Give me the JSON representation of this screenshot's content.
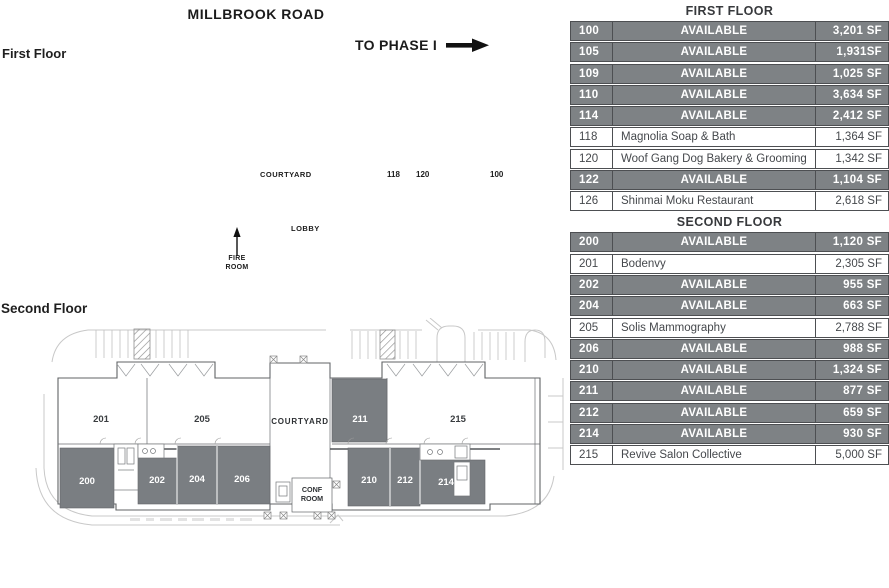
{
  "header": {
    "road_label": "MILLBROOK ROAD",
    "phase_label": "TO PHASE I",
    "first_floor_label": "First Floor",
    "second_floor_label": "Second Floor"
  },
  "first_floor_plan": {
    "courtyard": "COURTYARD",
    "suite_118": "118",
    "suite_120": "120",
    "suite_100": "100",
    "lobby": "LOBBY",
    "fire_room_line1": "FIRE",
    "fire_room_line2": "ROOM"
  },
  "second_floor_plan": {
    "suite_201": "201",
    "suite_205": "205",
    "courtyard": "COURTYARD",
    "suite_211": "211",
    "suite_215": "215",
    "suite_200": "200",
    "suite_202": "202",
    "suite_204": "204",
    "suite_206": "206",
    "suite_210": "210",
    "suite_212": "212",
    "suite_214": "214",
    "conf_room_line1": "CONF",
    "conf_room_line2": "ROOM"
  },
  "tables": [
    {
      "title": "FIRST FLOOR",
      "rows": [
        {
          "suite": "100",
          "tenant": "AVAILABLE",
          "sf": "3,201 SF",
          "available": true
        },
        {
          "suite": "105",
          "tenant": "AVAILABLE",
          "sf": "1,931SF",
          "available": true
        },
        {
          "suite": "109",
          "tenant": "AVAILABLE",
          "sf": "1,025 SF",
          "available": true
        },
        {
          "suite": "110",
          "tenant": "AVAILABLE",
          "sf": "3,634 SF",
          "available": true
        },
        {
          "suite": "114",
          "tenant": "AVAILABLE",
          "sf": "2,412 SF",
          "available": true
        },
        {
          "suite": "118",
          "tenant": "Magnolia Soap & Bath",
          "sf": "1,364 SF",
          "available": false
        },
        {
          "suite": "120",
          "tenant": "Woof Gang Dog Bakery & Grooming",
          "sf": "1,342 SF",
          "available": false
        },
        {
          "suite": "122",
          "tenant": "AVAILABLE",
          "sf": "1,104 SF",
          "available": true
        },
        {
          "suite": "126",
          "tenant": "Shinmai Moku Restaurant",
          "sf": "2,618 SF",
          "available": false
        }
      ]
    },
    {
      "title": "SECOND FLOOR",
      "rows": [
        {
          "suite": "200",
          "tenant": "AVAILABLE",
          "sf": "1,120 SF",
          "available": true
        },
        {
          "suite": "201",
          "tenant": "Bodenvy",
          "sf": "2,305 SF",
          "available": false
        },
        {
          "suite": "202",
          "tenant": "AVAILABLE",
          "sf": "955 SF",
          "available": true
        },
        {
          "suite": "204",
          "tenant": "AVAILABLE",
          "sf": "663 SF",
          "available": true
        },
        {
          "suite": "205",
          "tenant": "Solis Mammography",
          "sf": "2,788 SF",
          "available": false
        },
        {
          "suite": "206",
          "tenant": "AVAILABLE",
          "sf": "988 SF",
          "available": true
        },
        {
          "suite": "210",
          "tenant": "AVAILABLE",
          "sf": "1,324 SF",
          "available": true
        },
        {
          "suite": "211",
          "tenant": "AVAILABLE",
          "sf": "877 SF",
          "available": true
        },
        {
          "suite": "212",
          "tenant": "AVAILABLE",
          "sf": "659 SF",
          "available": true
        },
        {
          "suite": "214",
          "tenant": "AVAILABLE",
          "sf": "930 SF",
          "available": true
        },
        {
          "suite": "215",
          "tenant": "Revive Salon Collective",
          "sf": "5,000 SF",
          "available": false
        }
      ]
    }
  ],
  "colors": {
    "available_row_gray": "#7e8285",
    "suite_fill_gray": "#7a7e82",
    "table_border": "#4d4f52",
    "dark_text": "#37393c"
  },
  "icons": {
    "phase_arrow": "right-arrow",
    "fire_room_arrow": "up-arrow"
  }
}
